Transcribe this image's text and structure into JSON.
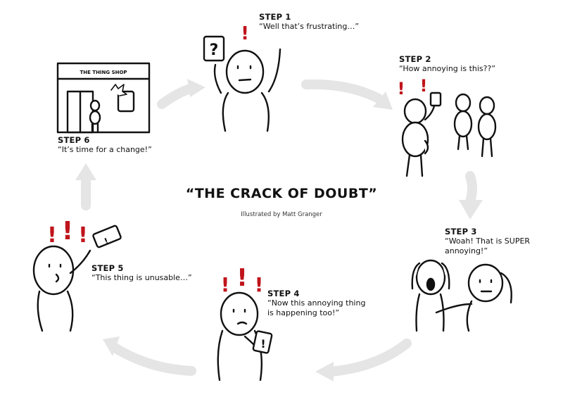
{
  "title": "“THE CRACK OF DOUBT”",
  "credit": "Illustrated by Matt Granger",
  "shop_sign": "THE THING SHOP",
  "colors": {
    "accent": "#c0141c",
    "arrow": "#e5e5e5",
    "ink": "#111111"
  },
  "steps": [
    {
      "title": "STEP 1",
      "quote": "“Well that’s frustrating…”"
    },
    {
      "title": "STEP 2",
      "quote": "“How annoying is this??”"
    },
    {
      "title": "STEP 3",
      "quote_lines": [
        "“Woah! That is SUPER",
        "annoying!”"
      ]
    },
    {
      "title": "STEP 4",
      "quote_lines": [
        "“Now this annoying thing",
        "is happening too!”"
      ]
    },
    {
      "title": "STEP 5",
      "quote": "“This thing is unusable…”"
    },
    {
      "title": "STEP 6",
      "quote": "“It’s time for a change!”"
    }
  ]
}
